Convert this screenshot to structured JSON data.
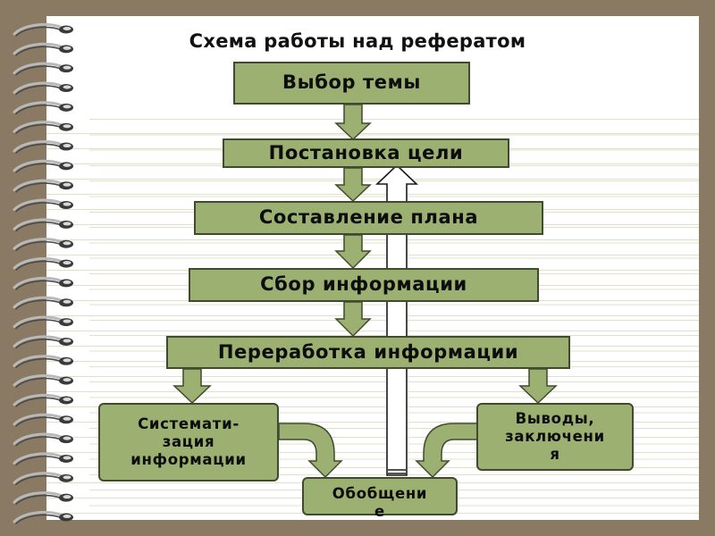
{
  "title": "Схема работы над рефератом",
  "nodes": {
    "topic": "Выбор темы",
    "goal": "Постановка цели",
    "plan": "Составление плана",
    "collect": "Сбор информации",
    "process": "Переработка информации",
    "systematize": "Системати-\nзация\nинформации",
    "conclusions": "Выводы,\nзаключени\nя",
    "generalize": "Обобщени\nе"
  },
  "colors": {
    "box_fill": "#9bb071",
    "box_border": "#3f4a2e",
    "arrow_fill": "#9bb071",
    "feedback_arrow_fill": "#ffffff",
    "paper": "#ffffff",
    "frame": "#8a7a63"
  }
}
